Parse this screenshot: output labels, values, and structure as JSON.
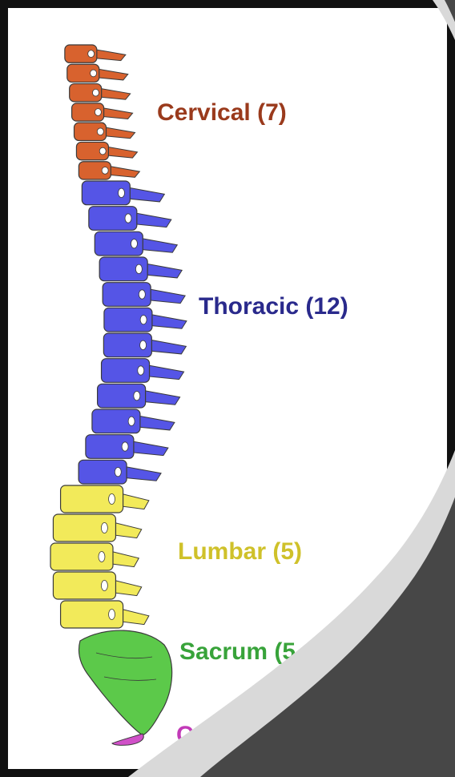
{
  "regions": [
    {
      "key": "cervical",
      "label": "Cervical (7)",
      "color": "#9a3a1c",
      "fill": "#d8622e",
      "count": 7
    },
    {
      "key": "thoracic",
      "label": "Thoracic (12)",
      "color": "#2a2a8c",
      "fill": "#5555e6",
      "count": 12
    },
    {
      "key": "lumbar",
      "label": "Lumbar (5)",
      "color": "#cfc12a",
      "fill": "#f2ea5a",
      "count": 5
    },
    {
      "key": "sacrum",
      "label": "Sacrum (5",
      "color": "#38a33a",
      "fill": "#5cc94a"
    },
    {
      "key": "coccyx",
      "label": "Co",
      "color": "#c23ab8",
      "fill": "#d050c8"
    }
  ],
  "colors": {
    "background": "#3c3c3c",
    "overlay_light": "#d9d9d9",
    "overlay_dark": "#474747",
    "frame": "#111111"
  }
}
